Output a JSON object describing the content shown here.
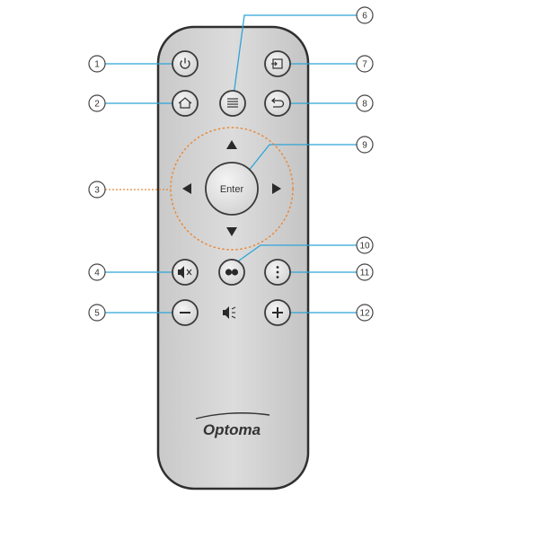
{
  "remote": {
    "brand": "Optoma",
    "enter_label": "Enter"
  },
  "callouts": [
    "1",
    "2",
    "3",
    "4",
    "5",
    "6",
    "7",
    "8",
    "9",
    "10",
    "11",
    "12"
  ],
  "icons": {
    "power": "power-icon",
    "home": "home-icon",
    "menu": "menu-icon",
    "source": "source-icon",
    "back": "back-icon",
    "mute": "mute-icon",
    "mode": "mode-icon",
    "options": "more-options-icon",
    "volume_down": "minus-icon",
    "volume_up": "plus-icon",
    "volume": "speaker-icon"
  },
  "colors": {
    "body": "#d6d6d6",
    "button": "#e6e6e6",
    "outline": "#3a3a3a",
    "callout_line": "#2ea4d6",
    "dpad_ring": "#e8893a"
  }
}
